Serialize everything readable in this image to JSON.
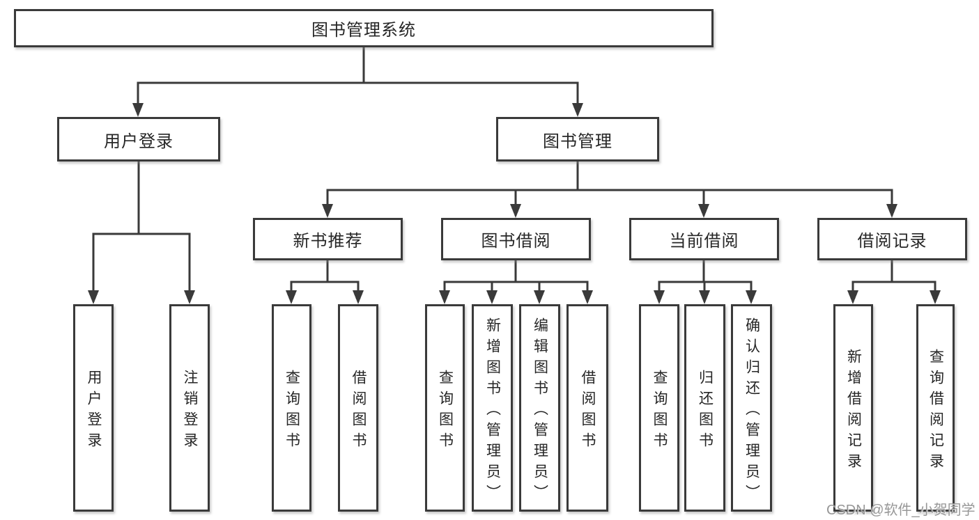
{
  "nodes": {
    "root": "图书管理系统",
    "level1": {
      "user_login": "用户登录",
      "book_management": "图书管理"
    },
    "level2": {
      "new_book_recommend": "新书推荐",
      "book_borrow": "图书借阅",
      "current_borrow": "当前借阅",
      "borrow_records": "借阅记录"
    },
    "leaves": {
      "user_login": "用户登录",
      "logout": "注销登录",
      "nbr_query_books": "查询图书",
      "nbr_borrow_books": "借阅图书",
      "bb_query_books": "查询图书",
      "bb_add_books_admin": "新增图书（管理员）",
      "bb_edit_books_admin": "编辑图书（管理员）",
      "bb_borrow_books": "借阅图书",
      "cb_query_books": "查询图书",
      "cb_return_books": "归还图书",
      "cb_confirm_return_admin": "确认归还（管理员）",
      "br_add_record": "新增借阅记录",
      "br_query_record": "查询借阅记录"
    }
  },
  "watermark": "CSDN @软件_小贺同学",
  "colors": {
    "line": "#3a3a3a",
    "text": "#262626",
    "background": "#ffffff",
    "watermark": "#979797"
  }
}
